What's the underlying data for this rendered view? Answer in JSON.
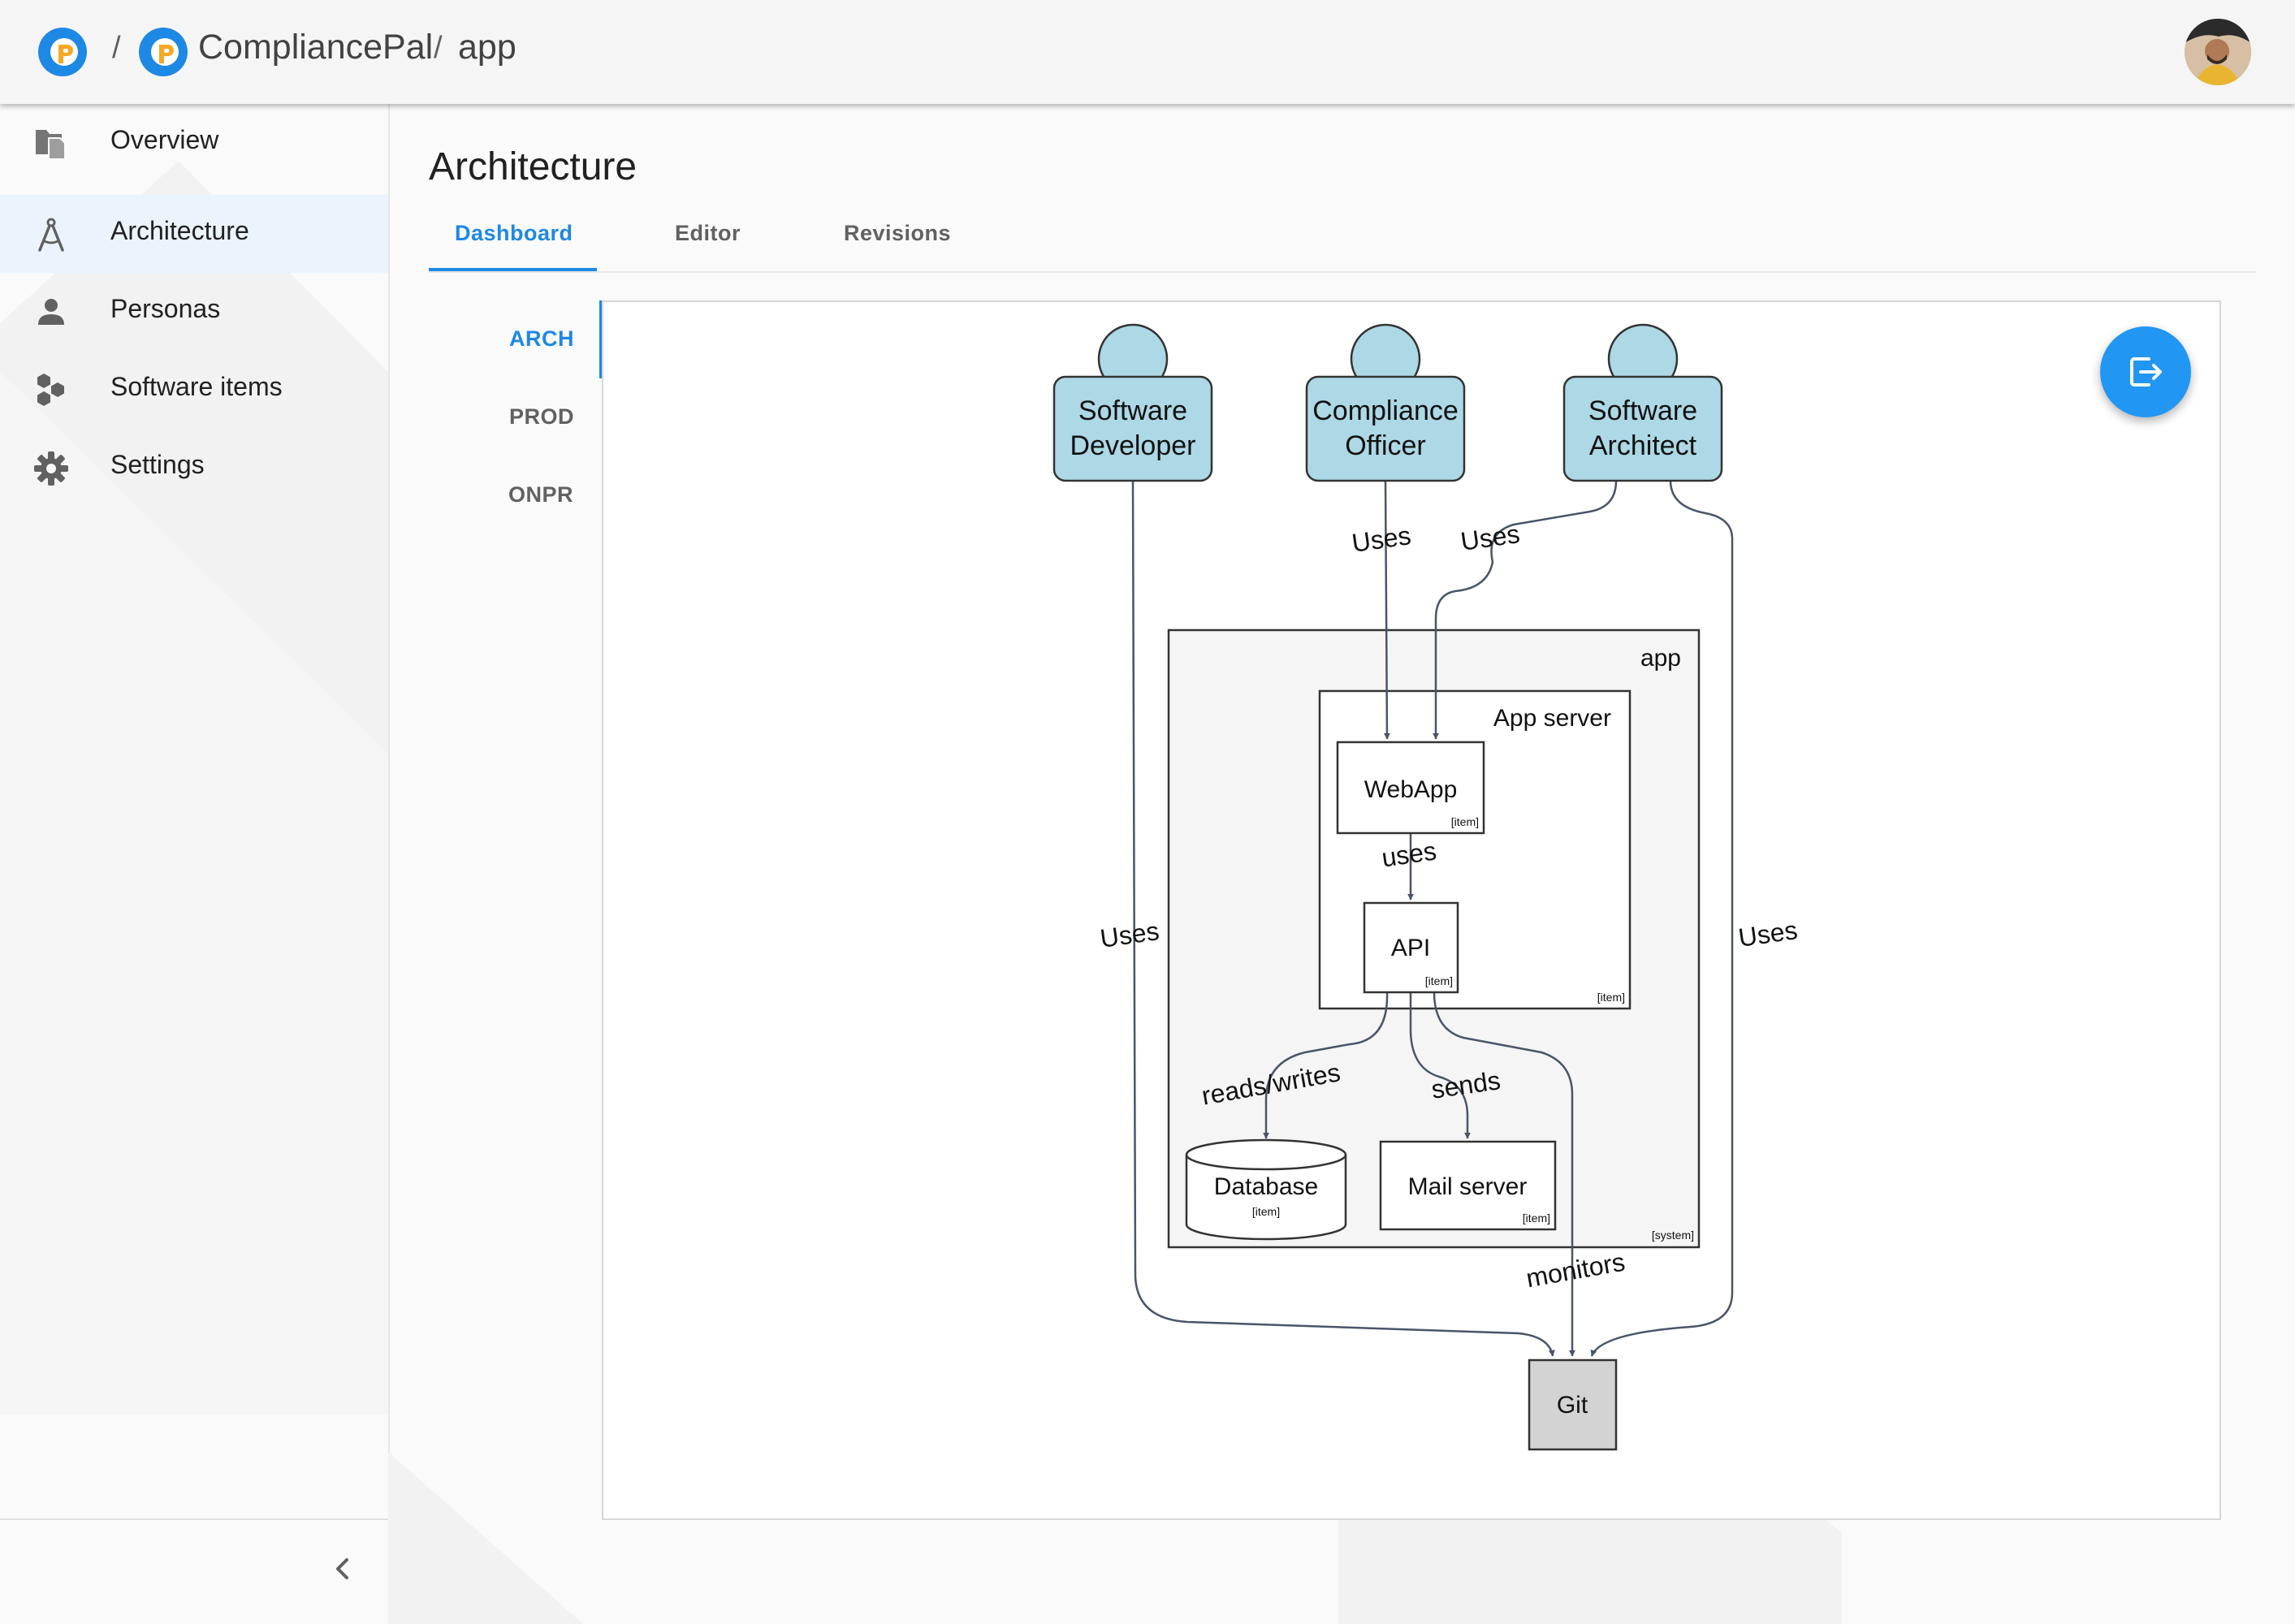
{
  "header": {
    "brand": "CompliancePal",
    "project": "app",
    "separator": "/"
  },
  "sidebar": {
    "items": [
      {
        "label": "Overview",
        "icon": "folder-icon"
      },
      {
        "label": "Architecture",
        "icon": "compass-icon"
      },
      {
        "label": "Personas",
        "icon": "person-icon"
      },
      {
        "label": "Software items",
        "icon": "hexagons-icon"
      },
      {
        "label": "Settings",
        "icon": "gear-icon"
      }
    ],
    "active_index": 1
  },
  "page": {
    "title": "Architecture",
    "tabs": [
      "Dashboard",
      "Editor",
      "Revisions"
    ],
    "active_tab": "Dashboard",
    "view_tabs": [
      "ARCH",
      "PROD",
      "ONPR"
    ],
    "active_view": "ARCH"
  },
  "diagram": {
    "persons": {
      "developer": [
        "Software",
        "Developer"
      ],
      "officer": [
        "Compliance",
        "Officer"
      ],
      "architect": [
        "Software",
        "Architect"
      ]
    },
    "system": {
      "name": "app",
      "tag": "[system]"
    },
    "container": {
      "name": "App server",
      "tag": "[item]"
    },
    "webapp": {
      "name": "WebApp",
      "tag": "[item]"
    },
    "api": {
      "name": "API",
      "tag": "[item]"
    },
    "database": {
      "name": "Database",
      "tag": "[item]"
    },
    "mail": {
      "name": "Mail server",
      "tag": "[item]"
    },
    "git": {
      "name": "Git"
    },
    "edge_labels": {
      "officer_webapp": "Uses",
      "architect_webapp": "Uses",
      "developer_git": "Uses",
      "architect_git": "Uses",
      "webapp_api": "uses",
      "api_db": "reads/writes",
      "api_mail": "sends",
      "api_git": "monitors"
    }
  },
  "colors": {
    "accent": "#1e88e5",
    "fab": "#2196f3",
    "person_fill": "#add8e6",
    "edge": "#4a5568",
    "git_fill": "#d3d3d3",
    "system_fill": "#f5f5f5"
  }
}
